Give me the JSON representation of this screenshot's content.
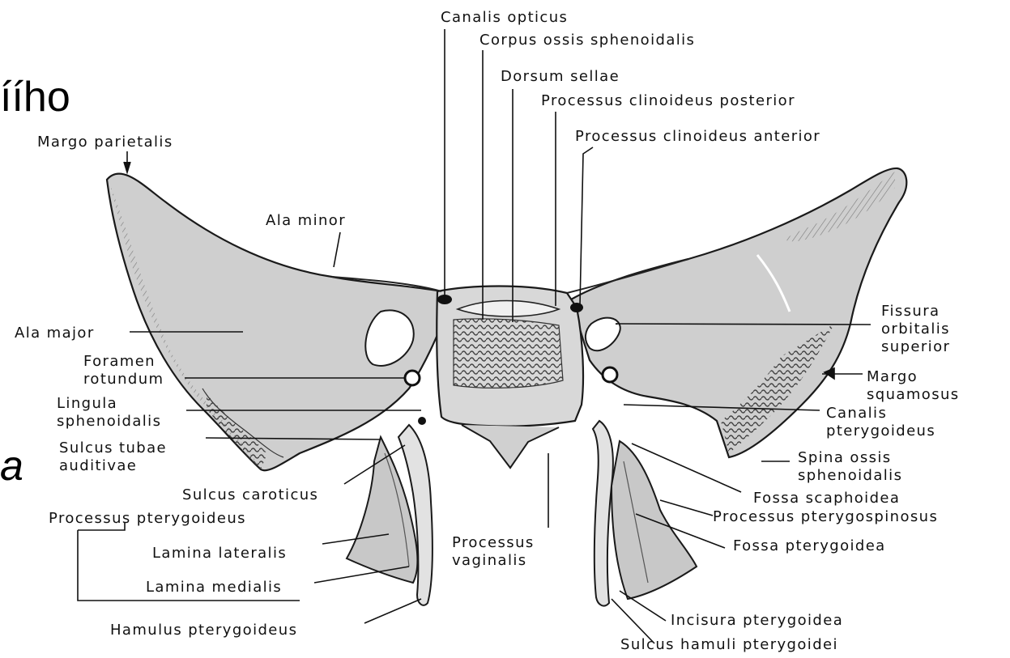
{
  "background_fragments": {
    "top": "íího",
    "middle": "a"
  },
  "labels": {
    "canalis_opticus": "Canalis opticus",
    "corpus": "Corpus ossis sphenoidalis",
    "dorsum": "Dorsum sellae",
    "clin_post": "Processus clinoideus posterior",
    "clin_ant": "Processus clinoideus anterior",
    "margo_parietalis": "Margo parietalis",
    "ala_minor": "Ala minor",
    "ala_major": "Ala major",
    "foramen_1": "Foramen",
    "foramen_2": "rotundum",
    "lingula_1": "Lingula",
    "lingula_2": "sphenoidalis",
    "sulcus_tubae_1": "Sulcus tubae",
    "sulcus_tubae_2": "auditivae",
    "sulcus_caroticus": "Sulcus caroticus",
    "proc_pterygoideus": "Processus pterygoideus",
    "lamina_lateralis": "Lamina lateralis",
    "lamina_medialis": "Lamina medialis",
    "hamulus": "Hamulus pterygoideus",
    "proc_vaginalis_1": "Processus",
    "proc_vaginalis_2": "vaginalis",
    "fissura_1": "Fissura",
    "fissura_2": "orbitalis",
    "fissura_3": "superior",
    "margo_squamosus_1": "Margo",
    "margo_squamosus_2": "squamosus",
    "canalis_pteryg_1": "Canalis",
    "canalis_pteryg_2": "pterygoideus",
    "spina_1": "Spina ossis",
    "spina_2": "sphenoidalis",
    "fossa_scaphoidea": "Fossa scaphoidea",
    "proc_pterygospinosus": "Processus pterygospinosus",
    "fossa_pterygoidea": "Fossa pterygoidea",
    "incisura": "Incisura pterygoidea",
    "sulcus_hamuli": "Sulcus hamuli pterygoidei"
  }
}
